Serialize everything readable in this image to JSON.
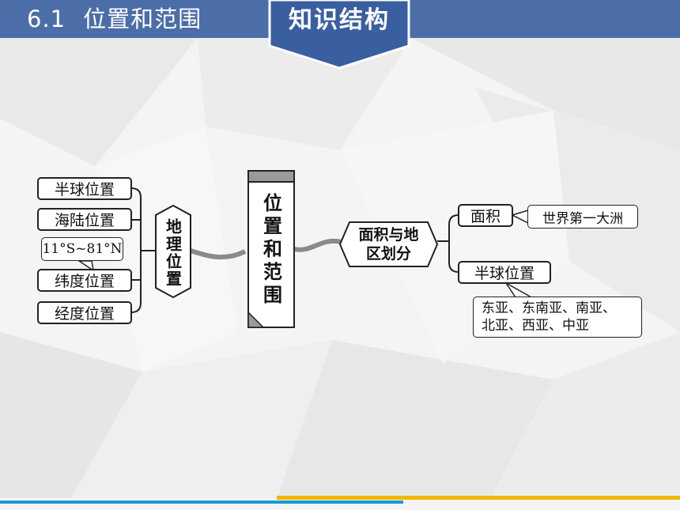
{
  "header": {
    "section_number": "6.1",
    "section_title": "位置和范围",
    "tab_label": "知识结构"
  },
  "colors": {
    "header_blue": "#4b6ea8",
    "tab_blue": "#3a5fa0",
    "bar_blue": "#1a9ad6",
    "bar_yellow": "#f2b600"
  },
  "diagram": {
    "left_items": [
      "半球位置",
      "海陆位置",
      "纬度位置",
      "经度位置"
    ],
    "latitude_callout": "11°S~81°N",
    "geo_position": "地理位置",
    "center_scroll": "位置和范围",
    "area_division": "面积与地区划分",
    "area_division_line1": "面积与地",
    "area_division_line2": "区划分",
    "right_items": [
      "面积",
      "半球位置"
    ],
    "area_callout": "世界第一大洲",
    "regions_line1": "东亚、东南亚、南亚、",
    "regions_line2": "北亚、西亚、中亚"
  }
}
